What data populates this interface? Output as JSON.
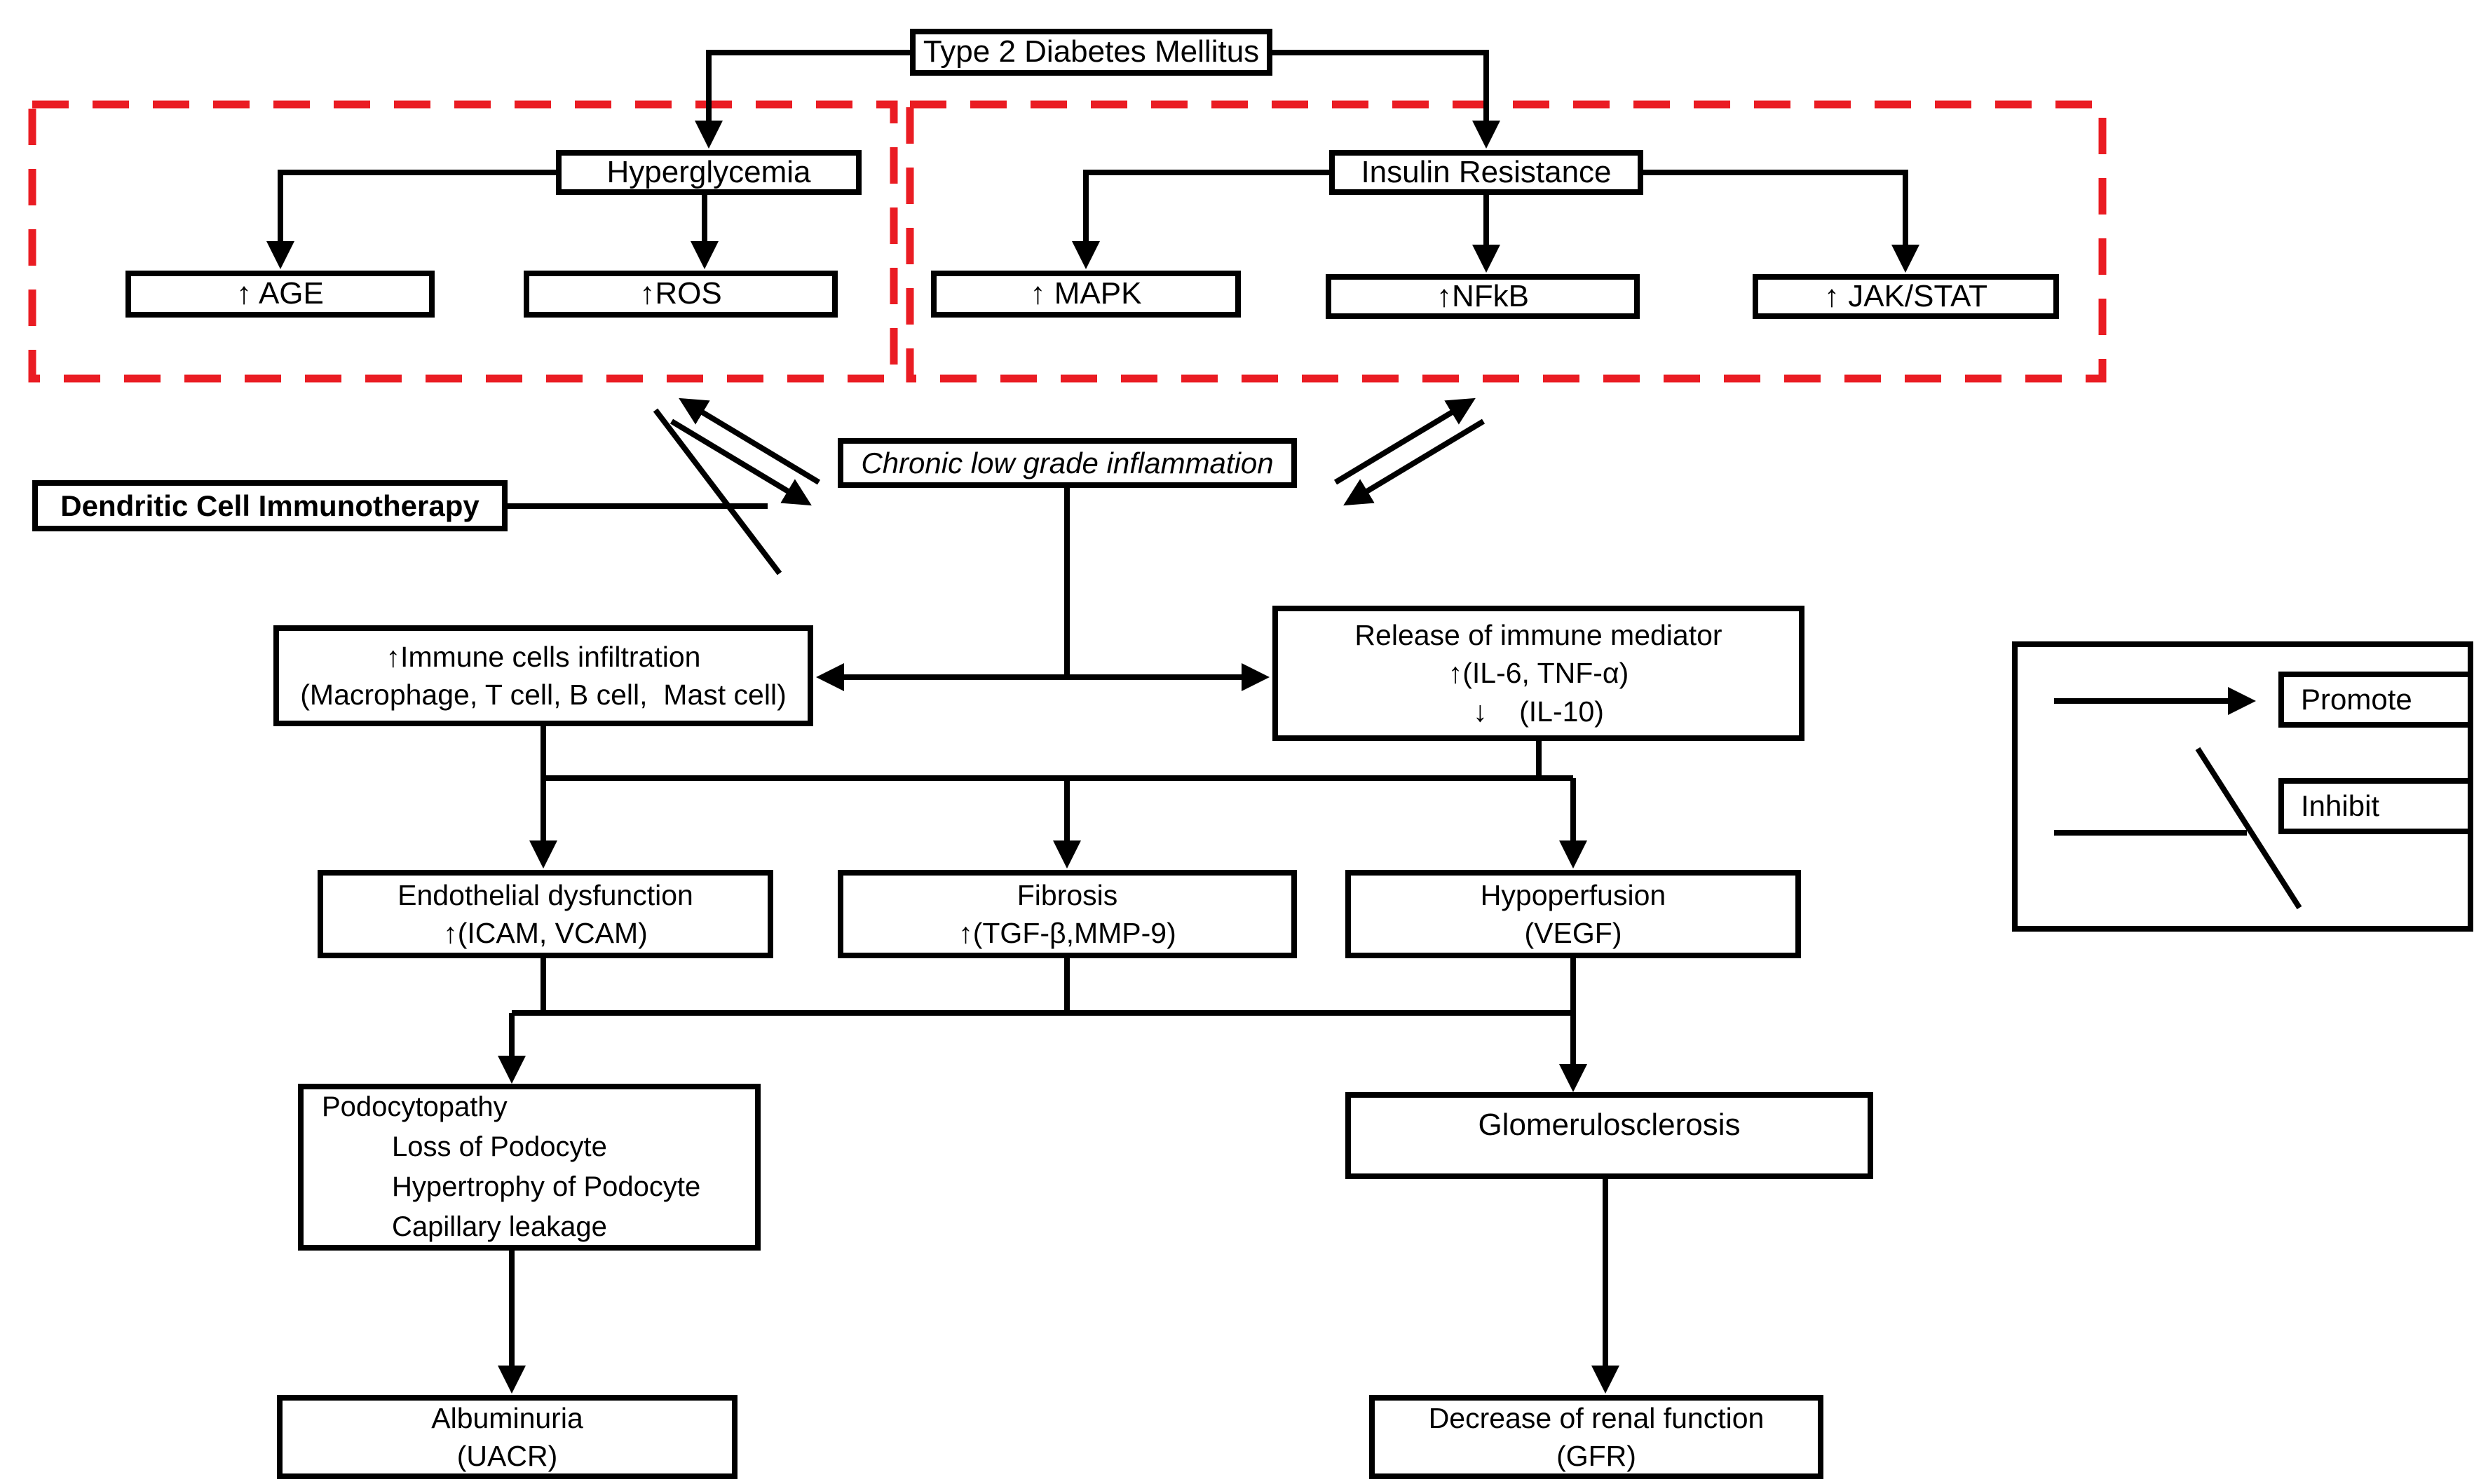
{
  "nodes": {
    "t2dm": {
      "label": "Type 2 Diabetes Mellitus"
    },
    "hyperglycemia": {
      "label": "Hyperglycemia"
    },
    "insulin_resistance": {
      "label": "Insulin Resistance"
    },
    "age": {
      "label": "↑ AGE"
    },
    "ros": {
      "label": "↑ROS"
    },
    "mapk": {
      "label": "↑ MAPK"
    },
    "nfkb": {
      "label": "↑NFkB"
    },
    "jak_stat": {
      "label": "↑ JAK/STAT"
    },
    "chronic_inflammation": {
      "label": "Chronic low grade inflammation"
    },
    "dendritic_cell_immunotherapy": {
      "label": "Dendritic Cell Immunotherapy"
    },
    "immune_cells_infiltration": {
      "lines": [
        "↑Immune cells infiltration",
        "(Macrophage, T cell, B cell,  Mast cell)"
      ]
    },
    "release_immune_mediator": {
      "lines": [
        "Release of immune mediator",
        "↑(IL-6, TNF-α)",
        "↓    (IL-10)"
      ]
    },
    "endothelial_dysfunction": {
      "lines": [
        "Endothelial dysfunction",
        "↑(ICAM, VCAM)"
      ]
    },
    "fibrosis": {
      "lines": [
        "Fibrosis",
        "↑(TGF-β,MMP-9)"
      ]
    },
    "hypoperfusion": {
      "lines": [
        "Hypoperfusion",
        "(VEGF)"
      ]
    },
    "podocytopathy": {
      "lines": [
        "Podocytopathy",
        "Loss of Podocyte",
        "Hypertrophy of Podocyte",
        "Capillary leakage"
      ]
    },
    "glomerulosclerosis": {
      "label": "Glomerulosclerosis"
    },
    "albuminuria": {
      "lines": [
        "Albuminuria",
        "(UACR)"
      ]
    },
    "decrease_renal_function": {
      "lines": [
        "Decrease of renal function",
        "(GFR)"
      ]
    }
  },
  "legend": {
    "promote": "Promote",
    "inhibit": "Inhibit"
  },
  "colors": {
    "pathway_highlight_dash": "#EA1C23",
    "line": "#000000"
  }
}
